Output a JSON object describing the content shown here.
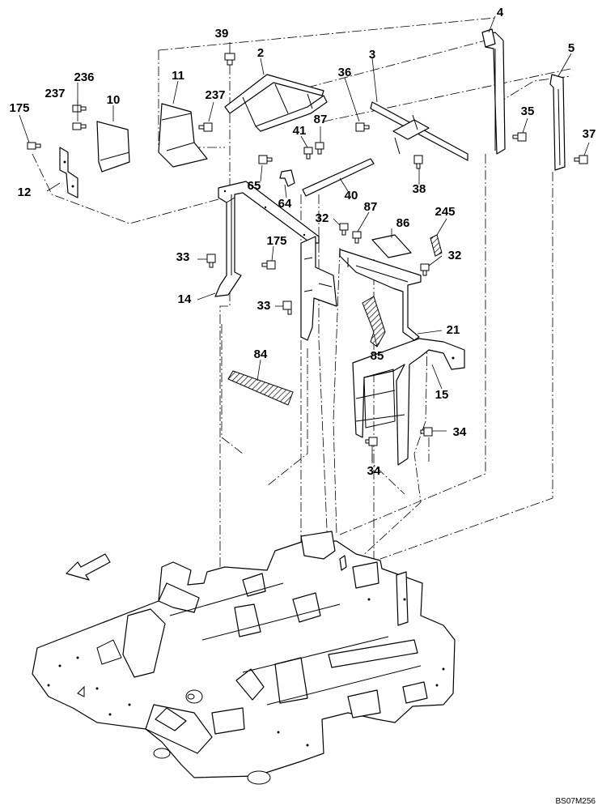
{
  "diagram": {
    "drawing_code": "BS07M256",
    "callouts": [
      {
        "id": "c4",
        "label": "4"
      },
      {
        "id": "c39",
        "label": "39"
      },
      {
        "id": "c2",
        "label": "2"
      },
      {
        "id": "c3",
        "label": "3"
      },
      {
        "id": "c5",
        "label": "5"
      },
      {
        "id": "c236",
        "label": "236"
      },
      {
        "id": "c11",
        "label": "11"
      },
      {
        "id": "c237a",
        "label": "237"
      },
      {
        "id": "c237b",
        "label": "237"
      },
      {
        "id": "c10",
        "label": "10"
      },
      {
        "id": "c36",
        "label": "36"
      },
      {
        "id": "c175a",
        "label": "175"
      },
      {
        "id": "c35",
        "label": "35"
      },
      {
        "id": "c87a",
        "label": "87"
      },
      {
        "id": "c41",
        "label": "41"
      },
      {
        "id": "c37",
        "label": "37"
      },
      {
        "id": "c12",
        "label": "12"
      },
      {
        "id": "c65",
        "label": "65"
      },
      {
        "id": "c38",
        "label": "38"
      },
      {
        "id": "c64",
        "label": "64"
      },
      {
        "id": "c40",
        "label": "40"
      },
      {
        "id": "c32a",
        "label": "32"
      },
      {
        "id": "c87b",
        "label": "87"
      },
      {
        "id": "c245",
        "label": "245"
      },
      {
        "id": "c86",
        "label": "86"
      },
      {
        "id": "c175b",
        "label": "175"
      },
      {
        "id": "c33a",
        "label": "33"
      },
      {
        "id": "c32b",
        "label": "32"
      },
      {
        "id": "c14",
        "label": "14"
      },
      {
        "id": "c33b",
        "label": "33"
      },
      {
        "id": "c21",
        "label": "21"
      },
      {
        "id": "c84",
        "label": "84"
      },
      {
        "id": "c85",
        "label": "85"
      },
      {
        "id": "c15",
        "label": "15"
      },
      {
        "id": "c34a",
        "label": "34"
      },
      {
        "id": "c34b",
        "label": "34"
      }
    ]
  }
}
